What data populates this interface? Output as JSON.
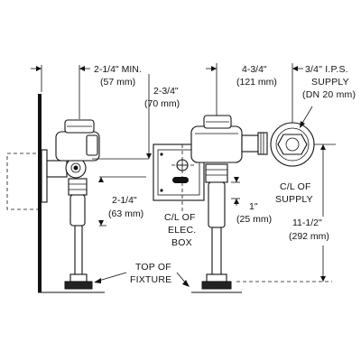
{
  "dimensions": {
    "left_min_in": "2-1/4\" MIN.",
    "left_min_mm": "(57 mm)",
    "left_offset_in": "2-3/4\"",
    "left_offset_mm": "(70 mm)",
    "left_height_in": "2-1/4\"",
    "left_height_mm": "(63 mm)",
    "right_width_in": "4-3/4\"",
    "right_width_mm": "(121 mm)",
    "right_small_in": "1\"",
    "right_small_mm": "(25 mm)",
    "right_height_in": "11-1/2\"",
    "right_height_mm": "(292 mm)"
  },
  "labels": {
    "supply_line1": "3/4\" I.P.S.",
    "supply_line2": "SUPPLY",
    "supply_line3": "(DN 20 mm)",
    "cl_supply_line1": "C/L OF",
    "cl_supply_line2": "SUPPLY",
    "cl_box_line1": "C/L OF",
    "cl_box_line2": "ELEC.",
    "cl_box_line3": "BOX",
    "fixture_line1": "TOP OF",
    "fixture_line2": "FIXTURE"
  }
}
